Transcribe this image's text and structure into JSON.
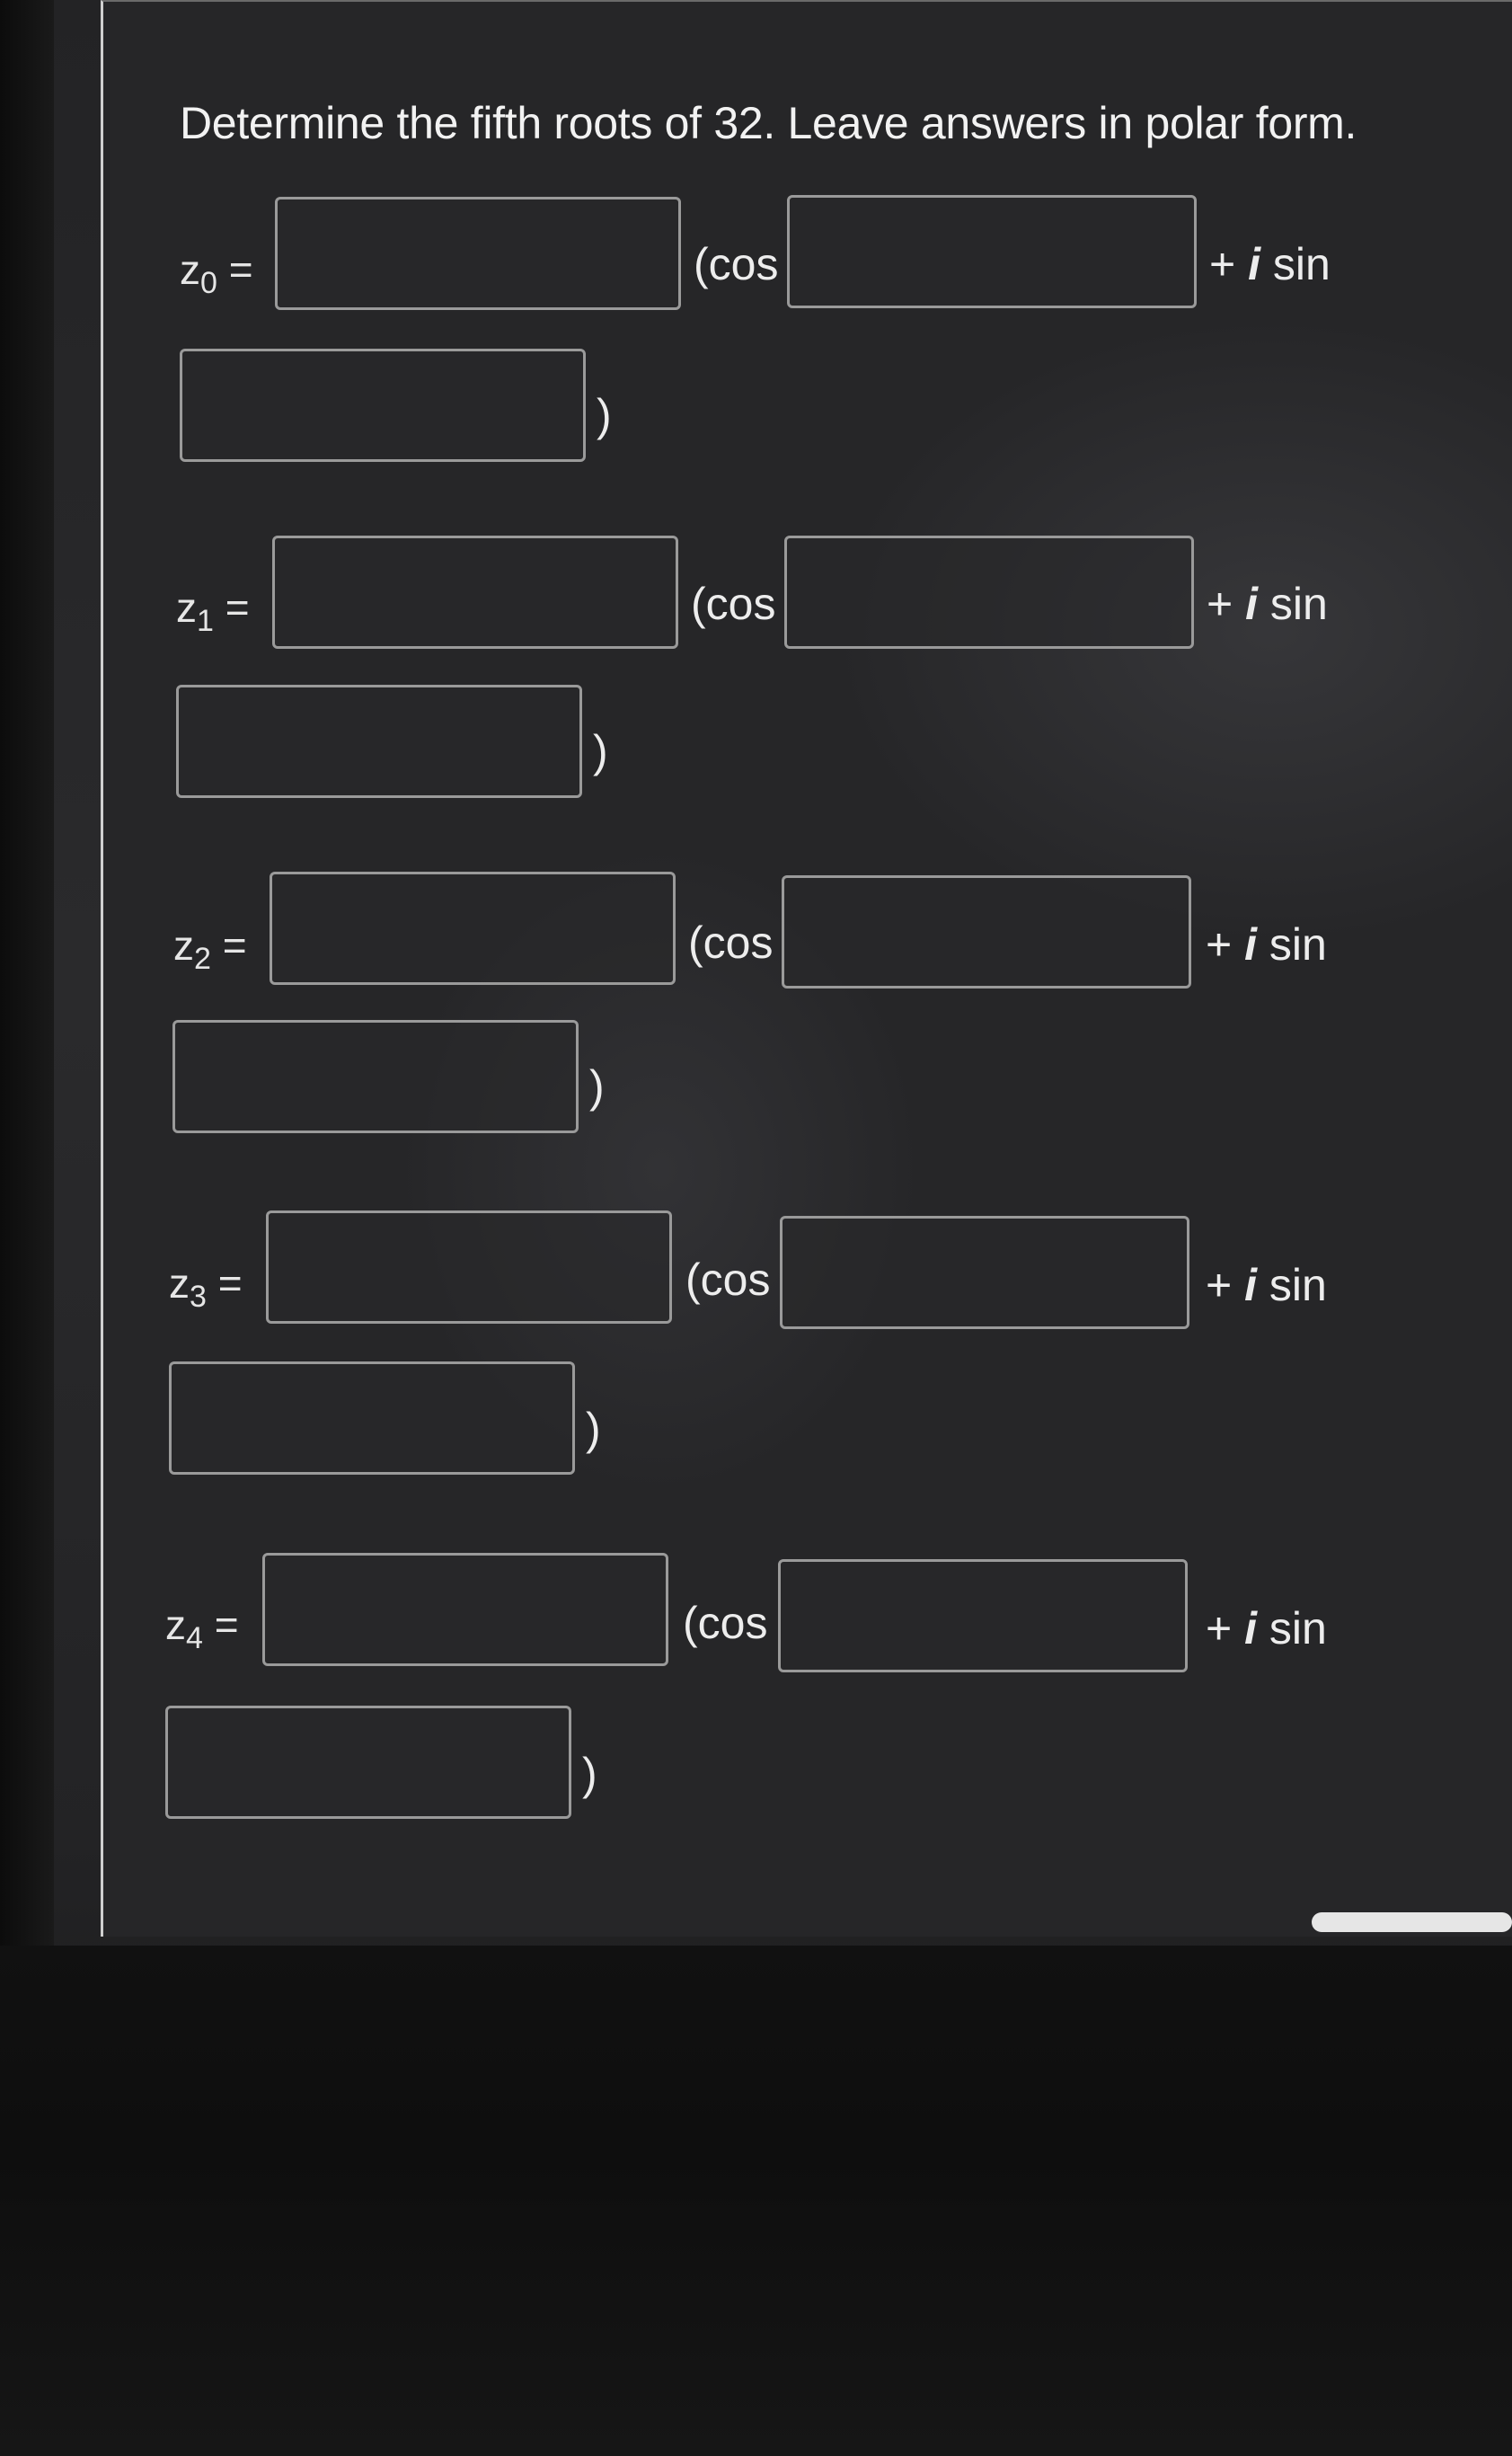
{
  "question": "Determine the fifth roots of 32. Leave answers in polar form.",
  "form": {
    "cos_text": "(cos",
    "plus_text": "+",
    "i_text": "i",
    "sin_text": "sin",
    "close_text": ")",
    "roots": [
      {
        "var": "z",
        "sub": "0",
        "eq": "=",
        "r": "",
        "angle_cos": "",
        "angle_sin": ""
      },
      {
        "var": "z",
        "sub": "1",
        "eq": "=",
        "r": "",
        "angle_cos": "",
        "angle_sin": ""
      },
      {
        "var": "z",
        "sub": "2",
        "eq": "=",
        "r": "",
        "angle_cos": "",
        "angle_sin": ""
      },
      {
        "var": "z",
        "sub": "3",
        "eq": "=",
        "r": "",
        "angle_cos": "",
        "angle_sin": ""
      },
      {
        "var": "z",
        "sub": "4",
        "eq": "=",
        "r": "",
        "angle_cos": "",
        "angle_sin": ""
      }
    ]
  }
}
